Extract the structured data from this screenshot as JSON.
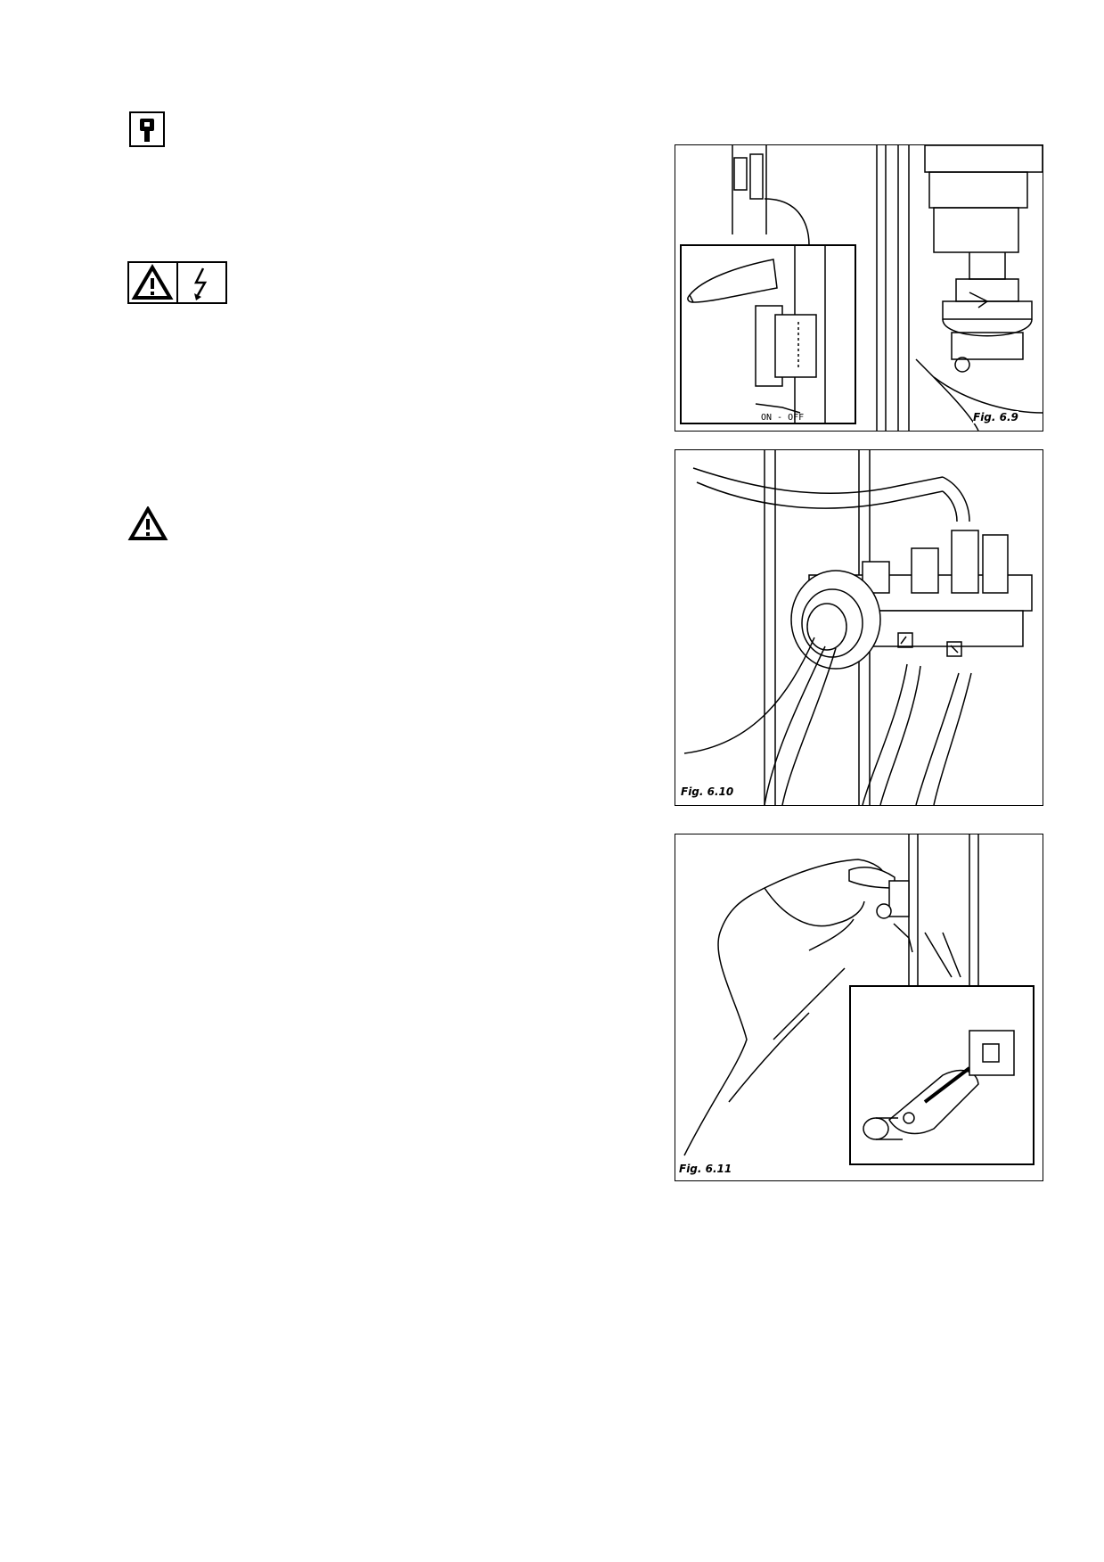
{
  "icons": {
    "key_icon": "key-icon",
    "warning_electric_icons": [
      "warning-triangle-icon",
      "lightning-bolt-icon"
    ],
    "warning_icon": "warning-triangle-icon"
  },
  "figures": [
    {
      "id": "fig-6-9",
      "caption": "Fig. 6.9",
      "inset_label": "ON - OFF"
    },
    {
      "id": "fig-6-10",
      "caption": "Fig. 6.10"
    },
    {
      "id": "fig-6-11",
      "caption": "Fig. 6.11"
    }
  ]
}
